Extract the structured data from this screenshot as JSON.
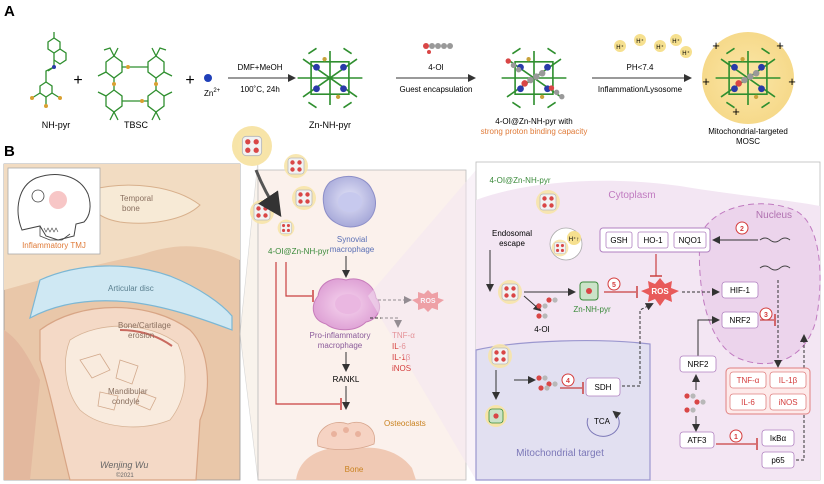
{
  "panel_a": {
    "letter": "A",
    "labels": {
      "nh_pyr": "NH-pyr",
      "tbsc": "TBSC",
      "zn": "Zn",
      "zn_charge": "2+",
      "zn_nh_pyr": "Zn-NH-pyr",
      "loaded_line1": "4-OI@Zn-NH-pyr with",
      "loaded_line2": "strong proton binding capacity",
      "mosc_line1": "Mitochondrial-targeted",
      "mosc_line2": "MOSC"
    },
    "arrows": {
      "step1_top": "DMF+MeOH",
      "step1_bottom": "100˚C, 24h",
      "step2_top": "4-OI",
      "step2_bottom": "Guest encapsulation",
      "step3_top": "PH<7.4",
      "step3_bottom": "Inflammation/Lysosome"
    },
    "proton": "H⁺",
    "plus": "+"
  },
  "panel_b": {
    "letter": "B",
    "tmj": {
      "inset_label": "Inflammatory TMJ",
      "temporal_bone_1": "Temporal",
      "temporal_bone_2": "bone",
      "articular_disc": "Articular disc",
      "erosion_1": "Bone/Cartilage",
      "erosion_2": "erosion",
      "condyle_1": "Mandibular",
      "condyle_2": "condyle",
      "signature": "Wenjing Wu",
      "year": "©2021"
    },
    "middle": {
      "particle_label": "4-OI@Zn-NH-pyr",
      "synovial_1": "Synovial",
      "synovial_2": "macrophage",
      "ros": "ROS",
      "pro_infl_1": "Pro-inflammatory",
      "pro_infl_2": "macrophage",
      "cytokines": [
        "TNF-α",
        "IL-6",
        "IL-1β",
        "iNOS"
      ],
      "rankl": "RANKL",
      "osteoclasts": "Osteoclasts",
      "bone": "Bone"
    },
    "cell": {
      "particle_label": "4-OI@Zn-NH-pyr",
      "cytoplasm": "Cytoplasm",
      "nucleus": "Nucleus",
      "endo_1": "Endosomal",
      "endo_2": "escape",
      "hplus": "H⁺↑",
      "four_oi": "4-OI",
      "zn_nh_pyr": "Zn-NH-pyr",
      "ros": "ROS",
      "genes": [
        "GSH",
        "HO-1",
        "NQO1"
      ],
      "hif1": "HIF-1",
      "nrf2_nuc": "NRF2",
      "nrf2_cyt": "NRF2",
      "atf3": "ATF3",
      "ikba": "IκBα",
      "p65": "p65",
      "sdh": "SDH",
      "tca": "TCA",
      "mito": "Mitochondrial target",
      "cytokines": [
        "TNF-α",
        "IL-1β",
        "IL-6",
        "iNOS"
      ],
      "steps": [
        "1",
        "2",
        "3",
        "4",
        "5"
      ]
    }
  },
  "colors": {
    "orange": "#e07b39",
    "red": "#d43c3c",
    "green": "#3a8a3a",
    "purple_text": "#8a5a9a",
    "cytoplasm_fill": "#f3e6f3",
    "nucleus_fill": "#ecd4ec",
    "mito_fill": "#e2e0f1"
  }
}
